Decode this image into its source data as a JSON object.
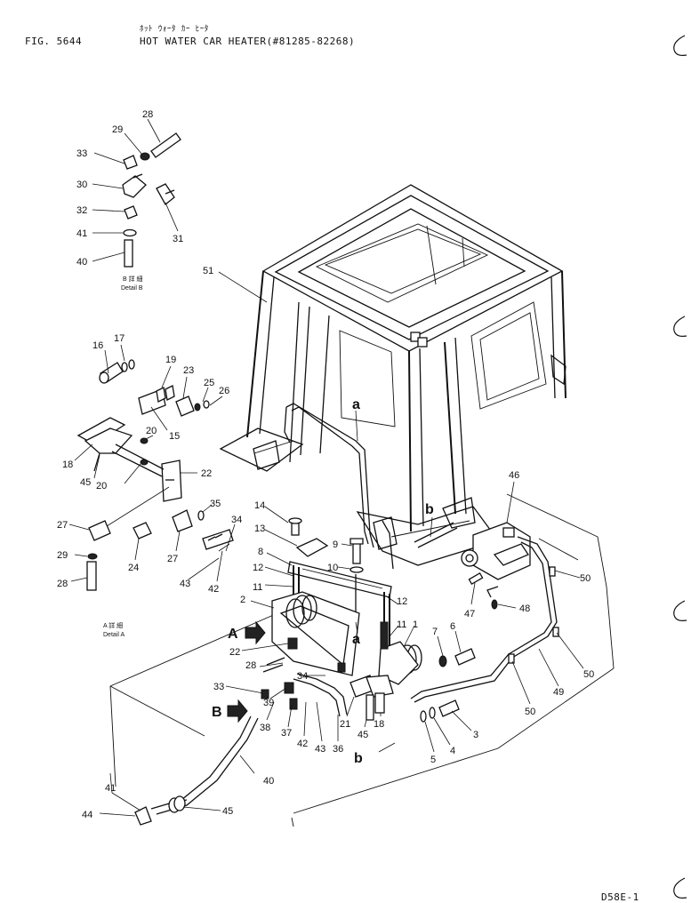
{
  "header": {
    "figure": "FIG. 5644",
    "kana_title": "ﾎｯﾄ ｳｫｰﾀ ｶｰ ﾋｰﾀ",
    "title": "HOT WATER CAR HEATER(#81285-82268)",
    "sheet_code": "D58E-1"
  },
  "details": {
    "b_kana": "B 詳 細",
    "b_label": "Detail B",
    "a_kana": "A 詳 細",
    "a_label": "Detail A"
  },
  "markers": {
    "arrow_a": "A",
    "arrow_b": "B",
    "pipe_a_top": "a",
    "pipe_b_top": "b",
    "pipe_a_bottom": "a",
    "pipe_b_bottom": "b"
  },
  "callouts": {
    "c28_top": "28",
    "c29_top": "29",
    "c33_top": "33",
    "c30": "30",
    "c31": "31",
    "c32": "32",
    "c41_top": "41",
    "c40_top": "40",
    "c51": "51",
    "c16": "16",
    "c17": "17",
    "c19": "19",
    "c23": "23",
    "c25": "25",
    "c26": "26",
    "c15": "15",
    "c18_left": "18",
    "c20_a": "20",
    "c20_b": "20",
    "c45_left": "45",
    "c22_left": "22",
    "c27_a": "27",
    "c27_b": "27",
    "c29_left": "29",
    "c28_left": "28",
    "c24": "24",
    "c35": "35",
    "c34_left": "34",
    "c43_left": "43",
    "c42_left": "42",
    "c14": "14",
    "c13": "13",
    "c9": "9",
    "c8": "8",
    "c10": "10",
    "c12_a": "12",
    "c11_a": "11",
    "c12_b": "12",
    "c11_b": "11",
    "c1": "1",
    "c2": "2",
    "c22_mid": "22",
    "c28_mid": "28",
    "c33_mid": "33",
    "c39": "39",
    "c38": "38",
    "c37": "37",
    "c42_mid": "42",
    "c43_mid": "43",
    "c36": "36",
    "c34_mid": "34",
    "c21": "21",
    "c45_mid": "45",
    "c18_mid": "18",
    "c7": "7",
    "c6": "6",
    "c5": "5",
    "c4": "4",
    "c3": "3",
    "c46": "46",
    "c47": "47",
    "c48": "48",
    "c50_a": "50",
    "c50_b": "50",
    "c50_c": "50",
    "c49": "49",
    "c40_bottom": "40",
    "c41_bottom": "41",
    "c44": "44",
    "c45_bottom": "45"
  }
}
